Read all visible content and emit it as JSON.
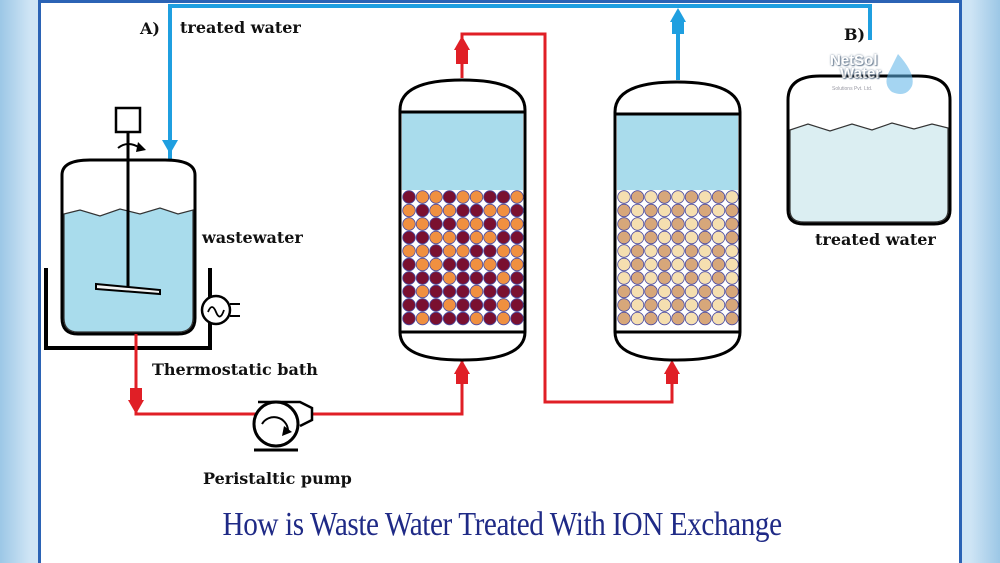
{
  "labels": {
    "section_a": "A)",
    "section_b": "B)",
    "treated_water_top": "treated water",
    "treated_water_right": "treated water",
    "wastewater": "wastewater",
    "thermostatic_bath": "Thermostatic bath",
    "peristaltic_pump": "Peristaltic pump"
  },
  "title": "How is Waste Water Treated With ION Exchange",
  "logo": {
    "line1": "NetSol",
    "line2": "Water",
    "tagline": "Solutions Pvt. Ltd."
  },
  "colors": {
    "frame_border": "#2b63b5",
    "title_text": "#1f2a86",
    "water": "#a9dcec",
    "pipe_red": "#e01f26",
    "pipe_blue": "#1f9fe0",
    "resin_exhausted": "#7a1030",
    "resin_fresh": "#f09040",
    "resin_regenerated": "#f5dfb0",
    "resin_partial": "#d7a77a"
  }
}
